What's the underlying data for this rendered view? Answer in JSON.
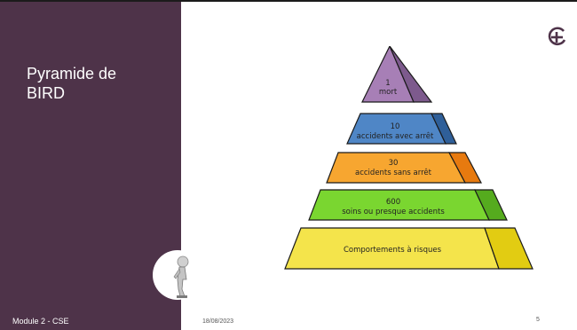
{
  "slide": {
    "title": "Pyramide de\nBIRD",
    "footer": {
      "left": "Module 2 - CSE",
      "date": "18/08/2023",
      "page": "5"
    },
    "colors": {
      "sidebar": "#4e3349",
      "accent": "#4e3349"
    },
    "logo_icon": "circle-plus-icon",
    "figure_icon": "person-figure-icon"
  },
  "pyramid": {
    "levels": [
      {
        "line1": "1",
        "line2": "mort",
        "color": "#a77fb6"
      },
      {
        "line1": "10",
        "line2": "accidents avec arrêt",
        "color": "#4f86c6"
      },
      {
        "line1": "30",
        "line2": "accidents sans arrêt",
        "color": "#f7a630"
      },
      {
        "line1": "600",
        "line2": "soins ou presque accidents",
        "color": "#7ad630"
      },
      {
        "line1": "Comportements à risques",
        "line2": "",
        "color": "#f4e44b"
      }
    ]
  }
}
